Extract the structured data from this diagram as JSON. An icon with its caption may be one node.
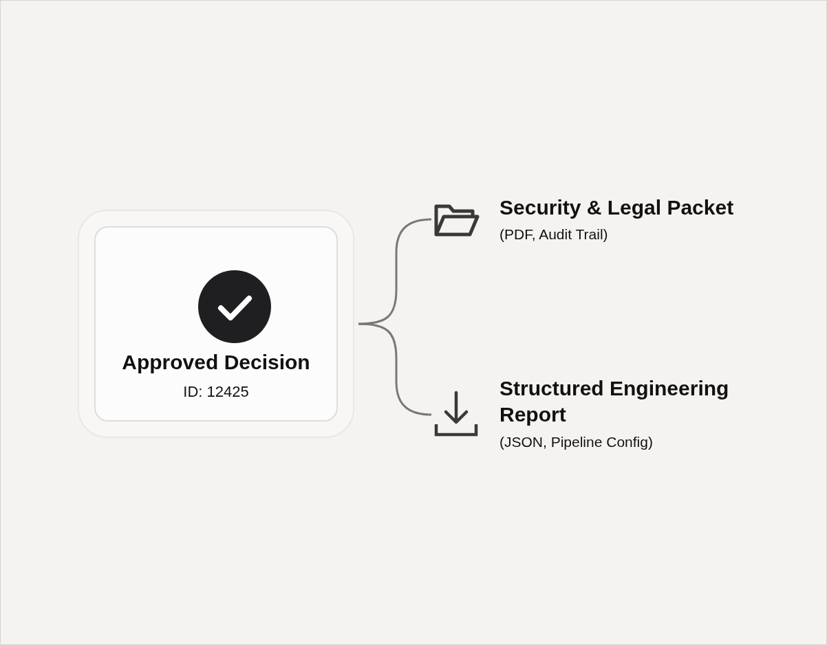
{
  "diagram": {
    "nodes": [
      {
        "text": [
          "Approved Decision",
          "ID: 12425"
        ]
      },
      {
        "text": [
          "Security & Legal Packet",
          "(PDF, Audit Trail)"
        ]
      },
      {
        "text": [
          "Structured Engineering Report",
          "(JSON, Pipeline Config)"
        ]
      }
    ],
    "edges": [
      {
        "from": 0,
        "to": 1,
        "arrow": "none"
      },
      {
        "from": 0,
        "to": 2,
        "arrow": "none"
      }
    ]
  }
}
